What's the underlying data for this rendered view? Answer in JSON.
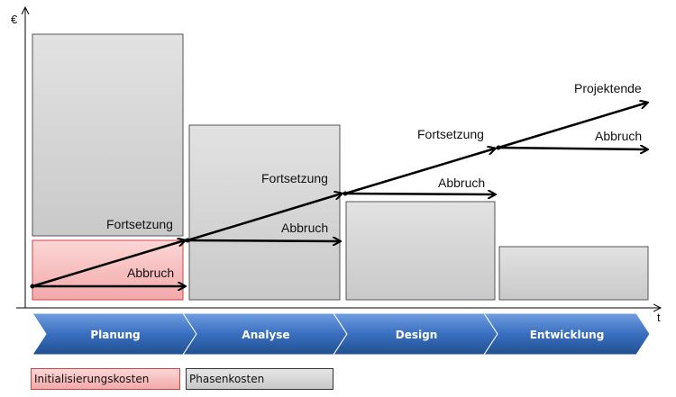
{
  "axes": {
    "y_label": "€",
    "x_label": "t"
  },
  "phases": [
    {
      "name": "Planung"
    },
    {
      "name": "Analyse"
    },
    {
      "name": "Design"
    },
    {
      "name": "Entwicklung"
    }
  ],
  "arrow_labels": {
    "planung_fortsetzung": "Fortsetzung",
    "planung_abbruch": "Abbruch",
    "analyse_fortsetzung": "Fortsetzung",
    "analyse_abbruch": "Abbruch",
    "design_fortsetzung": "Fortsetzung",
    "design_abbruch": "Abbruch",
    "entwicklung_projektende": "Projektende",
    "entwicklung_abbruch": "Abbruch"
  },
  "legend": {
    "initialisierungskosten": "Initialisierungskosten",
    "phasenkosten": "Phasenkosten"
  },
  "colors": {
    "phase_box": "#d9d9d9",
    "init_box": "#f8c8c8",
    "chevron": "#3a6fc0"
  }
}
